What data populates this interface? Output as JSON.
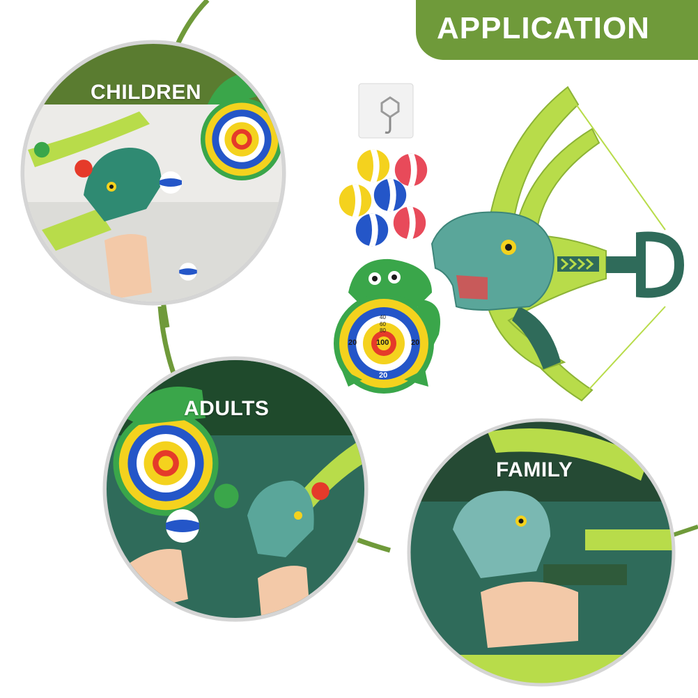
{
  "banner": {
    "title": "APPLICATION"
  },
  "scenes": [
    {
      "label": "CHILDREN"
    },
    {
      "label": "ADULTS"
    },
    {
      "label": "FAMILY"
    }
  ],
  "target": {
    "center_score": "100",
    "ring_scores": [
      "80",
      "60",
      "40",
      "20"
    ],
    "side_score": "20"
  },
  "colors": {
    "brand_green": "#6f9a3a",
    "dark_green": "#2f5a2a",
    "teal": "#2f6b5a",
    "lime": "#b8dc4a",
    "dino": "#5aa69a",
    "ring_gray": "#d5d5d5"
  },
  "icons": [
    "hook-icon",
    "ball-icon",
    "dino-target-icon",
    "dino-bow-icon"
  ]
}
